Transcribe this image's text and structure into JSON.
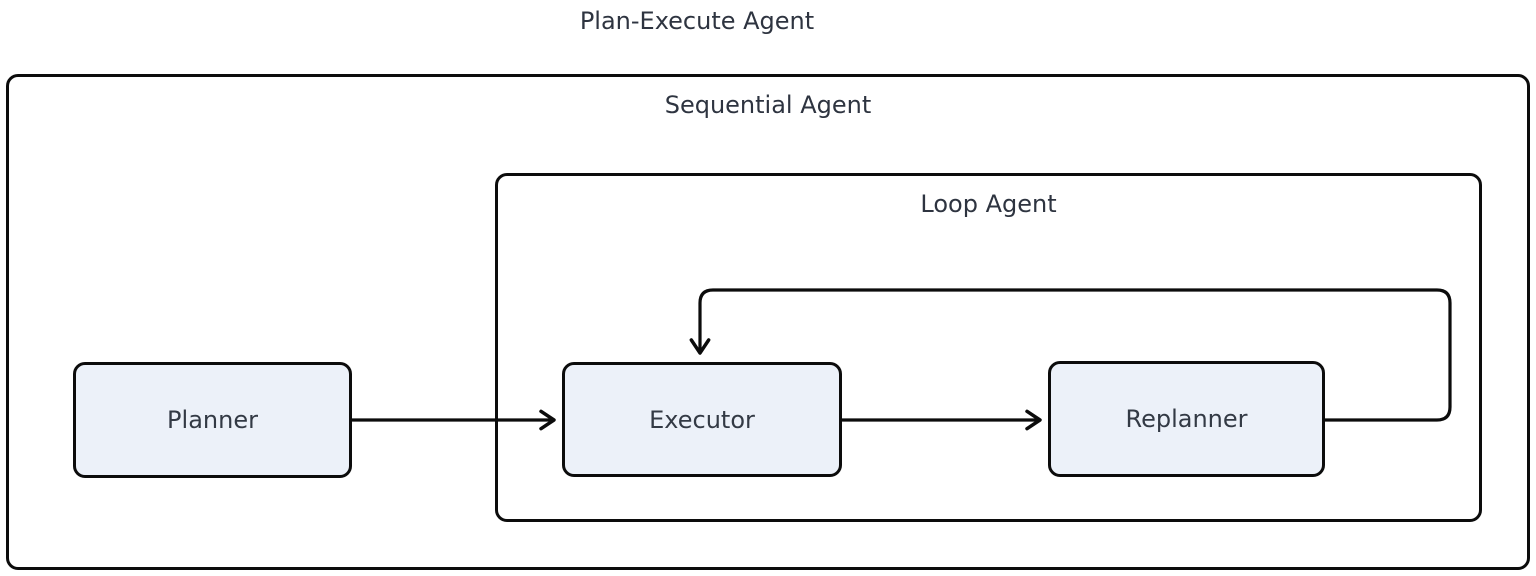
{
  "diagram": {
    "title": "Plan-Execute Agent",
    "containers": [
      {
        "id": "sequential-agent",
        "label": "Sequential Agent"
      },
      {
        "id": "loop-agent",
        "label": "Loop Agent"
      }
    ],
    "nodes": [
      {
        "id": "planner",
        "label": "Planner"
      },
      {
        "id": "executor",
        "label": "Executor"
      },
      {
        "id": "replanner",
        "label": "Replanner"
      }
    ],
    "edges": [
      {
        "from": "Planner",
        "to": "Executor",
        "kind": "straight-arrow"
      },
      {
        "from": "Executor",
        "to": "Replanner",
        "kind": "straight-arrow"
      },
      {
        "from": "Replanner",
        "to": "Executor",
        "kind": "loop-back-arrow"
      }
    ],
    "colors": {
      "node_fill": "#ecf1f9",
      "stroke": "#0c0c0c",
      "text": "#333a45",
      "background": "#ffffff"
    }
  }
}
